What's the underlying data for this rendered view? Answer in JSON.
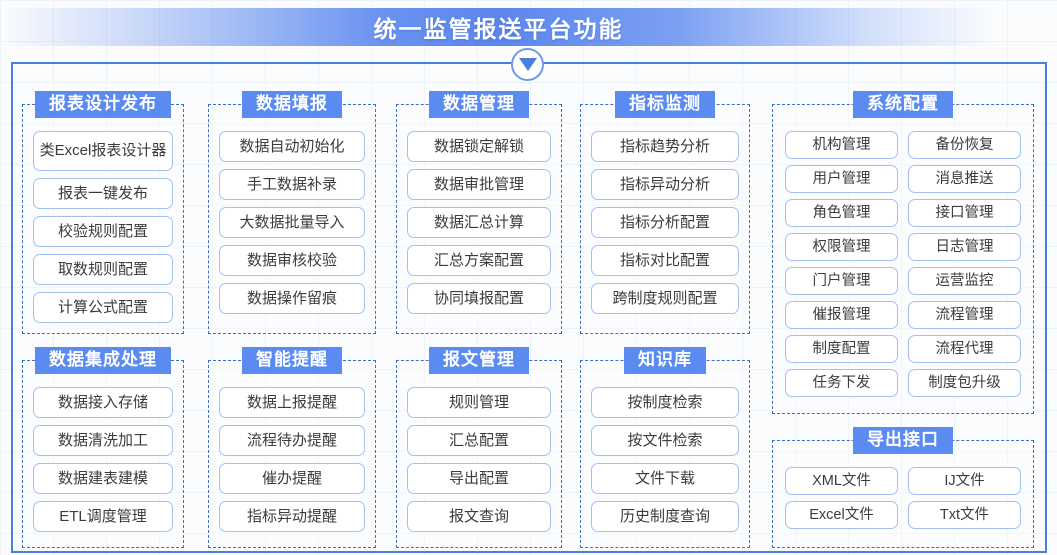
{
  "page": {
    "title": "统一监管报送平台功能",
    "arrow_icon": "triangle-down-icon",
    "accent_color": "#5b8bf0",
    "frame_color": "#4a7edc",
    "item_border_color": "#a3c0f2",
    "header_text_color": "#ffffff"
  },
  "groups": [
    {
      "id": "report-design",
      "title": "报表设计发布",
      "items": [
        "类Excel报表设计器",
        "报表一键发布",
        "校验规则配置",
        "取数规则配置",
        "计算公式配置"
      ]
    },
    {
      "id": "data-fill",
      "title": "数据填报",
      "items": [
        "数据自动初始化",
        "手工数据补录",
        "大数据批量导入",
        "数据审核校验",
        "数据操作留痕"
      ]
    },
    {
      "id": "data-manage",
      "title": "数据管理",
      "items": [
        "数据锁定解锁",
        "数据审批管理",
        "数据汇总计算",
        "汇总方案配置",
        "协同填报配置"
      ]
    },
    {
      "id": "indicator",
      "title": "指标监测",
      "items": [
        "指标趋势分析",
        "指标异动分析",
        "指标分析配置",
        "指标对比配置",
        "跨制度规则配置"
      ]
    },
    {
      "id": "data-integrate",
      "title": "数据集成处理",
      "items": [
        "数据接入存储",
        "数据清洗加工",
        "数据建表建模",
        "ETL调度管理"
      ]
    },
    {
      "id": "smart-remind",
      "title": "智能提醒",
      "items": [
        "数据上报提醒",
        "流程待办提醒",
        "催办提醒",
        "指标异动提醒"
      ]
    },
    {
      "id": "message-manage",
      "title": "报文管理",
      "items": [
        "规则管理",
        "汇总配置",
        "导出配置",
        "报文查询"
      ]
    },
    {
      "id": "knowledge",
      "title": "知识库",
      "items": [
        "按制度检索",
        "按文件检索",
        "文件下载",
        "历史制度查询"
      ]
    },
    {
      "id": "sys-config",
      "title": "系统配置",
      "items": [
        "机构管理",
        "备份恢复",
        "用户管理",
        "消息推送",
        "角色管理",
        "接口管理",
        "权限管理",
        "日志管理",
        "门户管理",
        "运营监控",
        "催报管理",
        "流程管理",
        "制度配置",
        "流程代理",
        "任务下发",
        "制度包升级"
      ]
    },
    {
      "id": "export",
      "title": "导出接口",
      "items": [
        "XML文件",
        "IJ文件",
        "Excel文件",
        "Txt文件"
      ]
    }
  ]
}
